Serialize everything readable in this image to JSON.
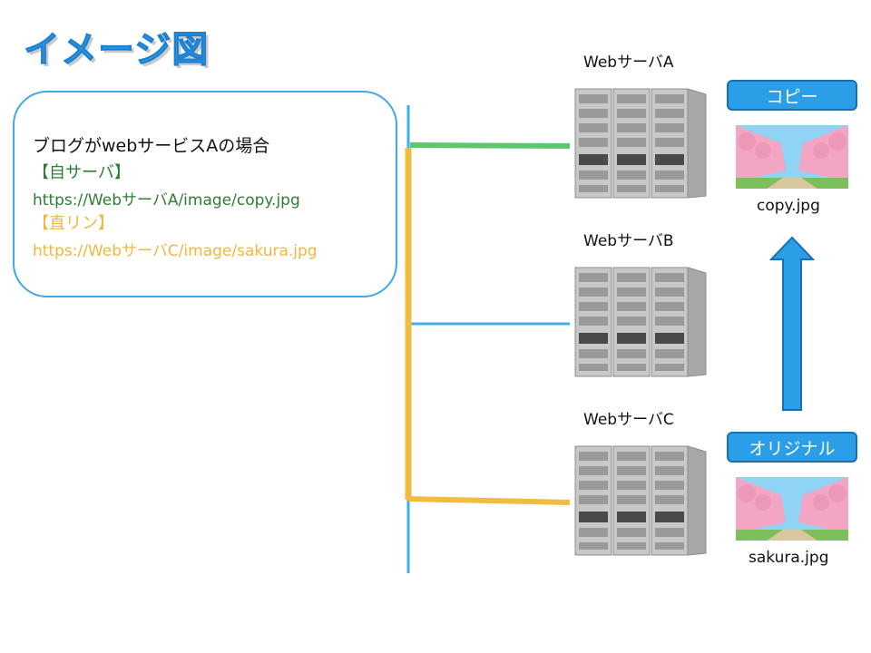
{
  "title": "イメージ図",
  "info": {
    "line1": "ブログがwebサービスAの場合",
    "line2": "【自サーバ】",
    "line3": "https://WebサーバA/image/copy.jpg",
    "line4": "【直リン】",
    "line5": "https://WebサーバC/image/sakura.jpg"
  },
  "servers": [
    {
      "label": "WebサーバA"
    },
    {
      "label": "WebサーバB"
    },
    {
      "label": "WebサーバC"
    }
  ],
  "copy": {
    "badge": "コピー",
    "filename": "copy.jpg"
  },
  "original": {
    "badge": "オリジナル",
    "filename": "sakura.jpg"
  },
  "colors": {
    "bus": "#3daee9",
    "self_server": "#5bc86e",
    "direct_link": "#f2bc3f",
    "server_b": "#3daee9",
    "arrow": "#2b9ee8"
  }
}
